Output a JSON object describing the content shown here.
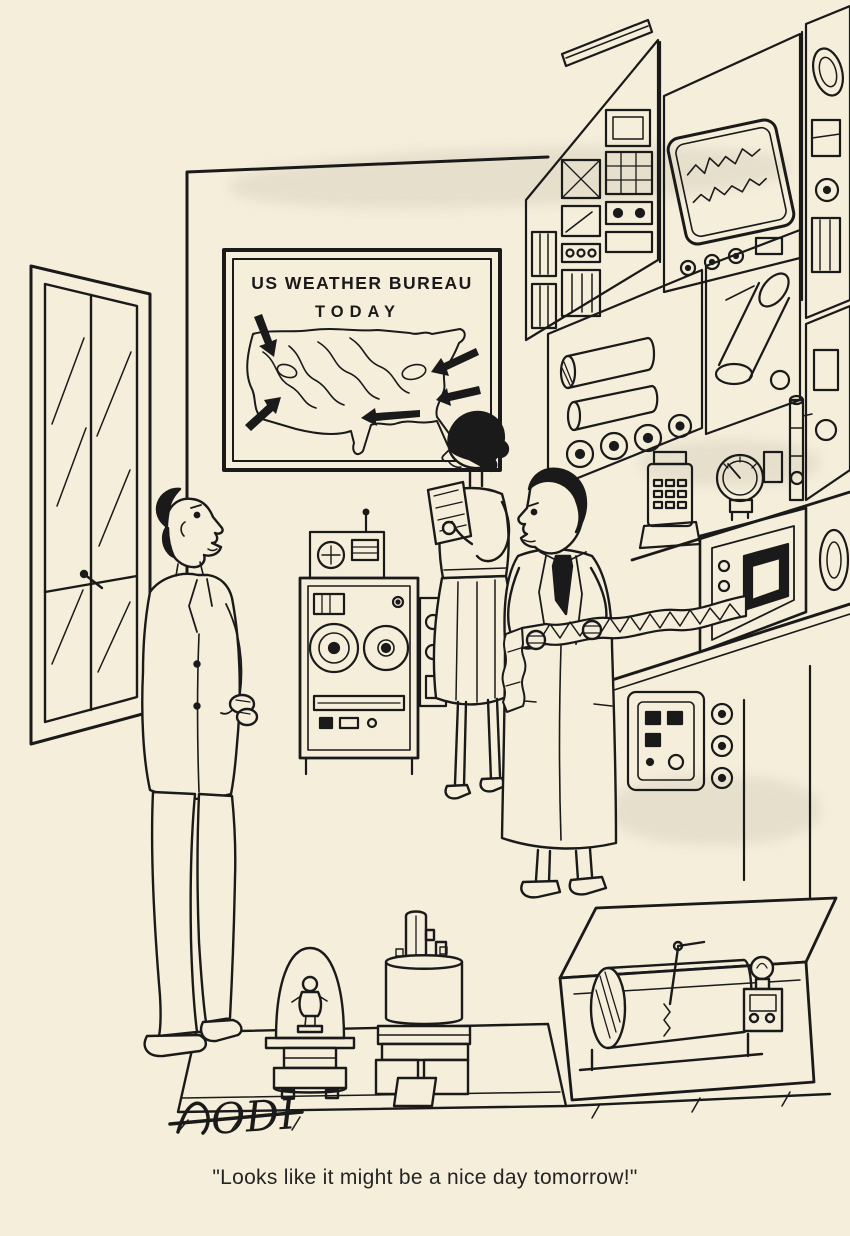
{
  "page": {
    "background_color": "#f5eedb",
    "ink_color": "#1a1a1a"
  },
  "map_board": {
    "title": "US WEATHER BUREAU",
    "subtitle": "TODAY"
  },
  "caption": "\"Looks like it might be a nice day tomorrow!\"",
  "signature": "ODI"
}
